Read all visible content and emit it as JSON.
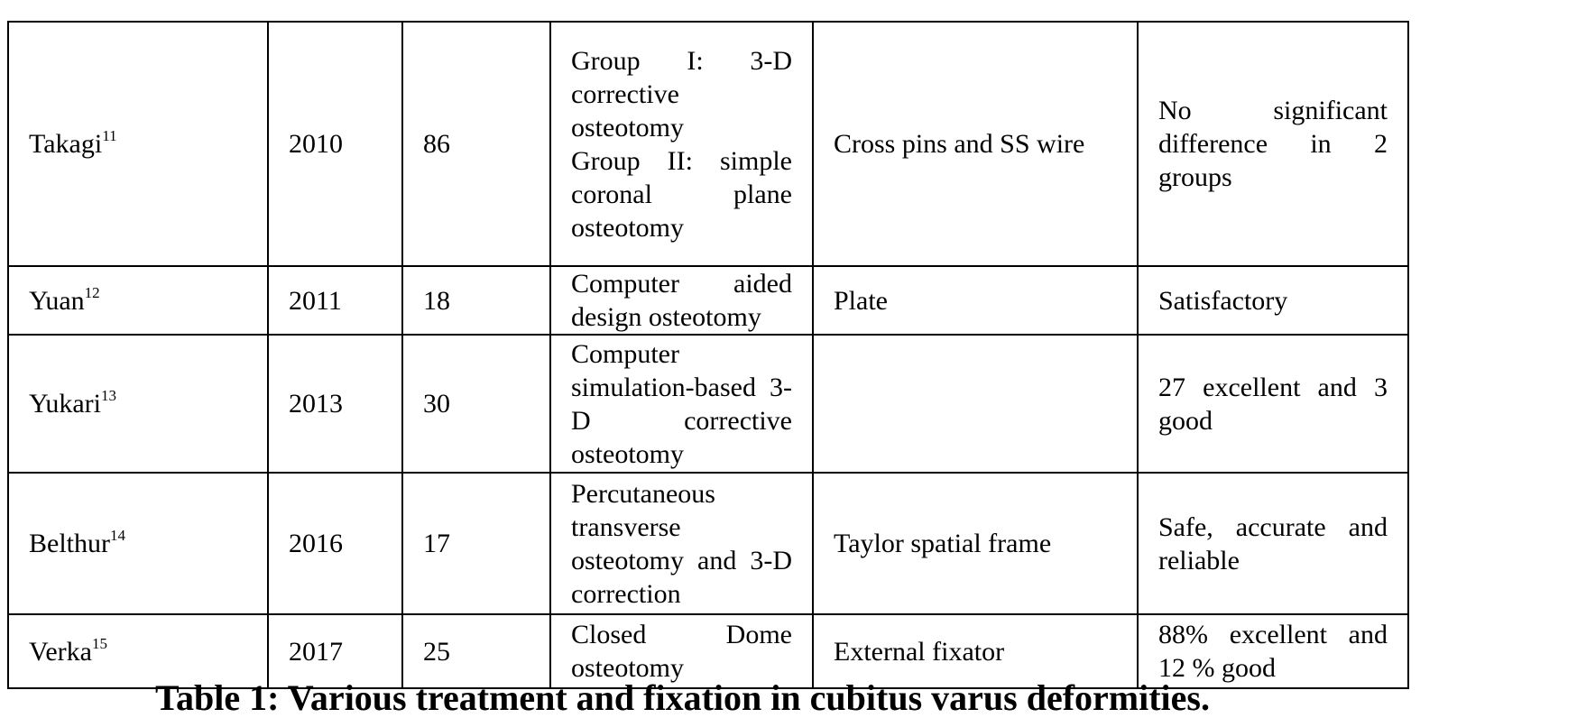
{
  "rows": [
    {
      "author": "Takagi",
      "ref": "11",
      "year": "2010",
      "n": "86",
      "method_lines": [
        "Group I: 3-D corrective osteotomy",
        "Group II: simple coronal plane osteotomy"
      ],
      "fixation": "Cross pins and SS wire",
      "result": "No significant difference in 2 groups"
    },
    {
      "author": "Yuan",
      "ref": "12",
      "year": "2011",
      "n": "18",
      "method_lines": [
        "Computer aided design osteotomy"
      ],
      "fixation": "Plate",
      "result": "Satisfactory"
    },
    {
      "author": "Yukari",
      "ref": "13",
      "year": "2013",
      "n": "30",
      "method_lines": [
        "Computer simulation-based 3-D corrective osteotomy"
      ],
      "fixation": "",
      "result": "27 excellent and 3 good"
    },
    {
      "author": "Belthur",
      "ref": "14",
      "year": "2016",
      "n": "17",
      "method_lines": [
        "Percutaneous transverse osteotomy and 3-D correction"
      ],
      "fixation": "Taylor spatial frame",
      "result": "Safe, accurate and reliable"
    },
    {
      "author": "Verka",
      "ref": "15",
      "year": "2017",
      "n": "25",
      "method_lines": [
        "Closed Dome osteotomy"
      ],
      "fixation": "External fixator",
      "result": "88% excellent and 12 % good"
    }
  ],
  "caption": "Table 1: Various treatment and fixation in cubitus varus deformities."
}
